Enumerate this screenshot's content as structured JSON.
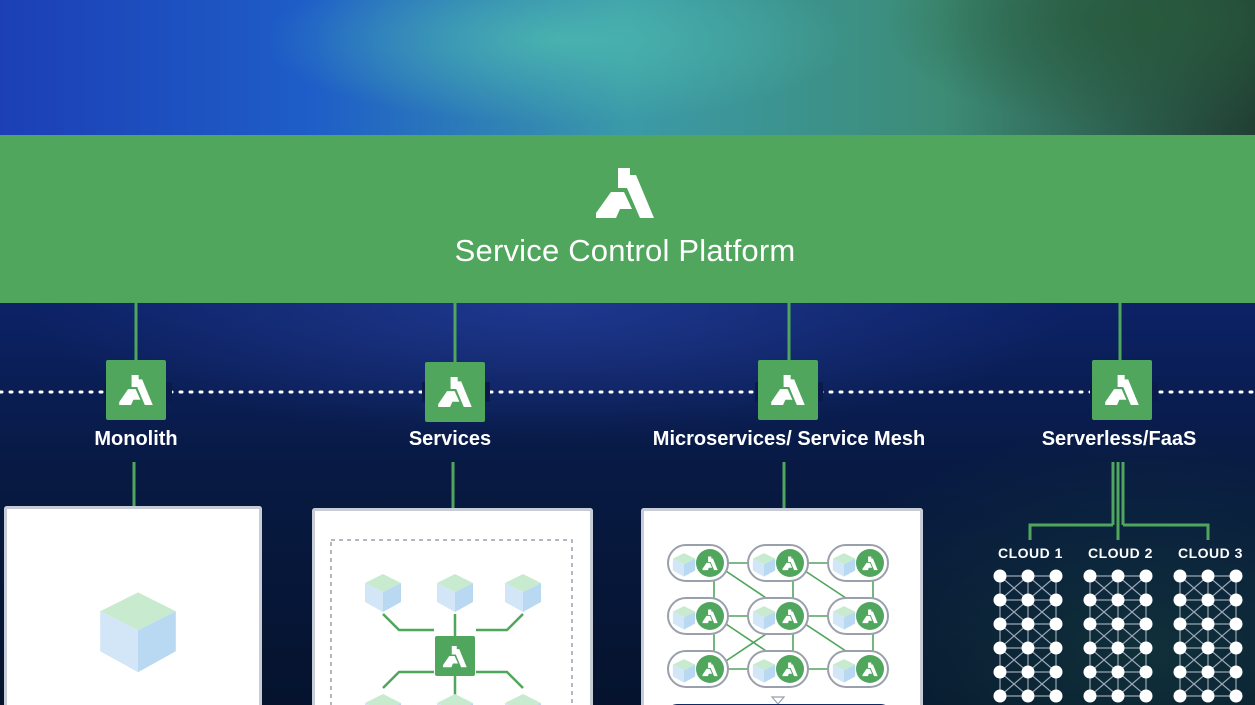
{
  "banner": {
    "title": "Service Control Platform"
  },
  "nodes": [
    {
      "label": "Monolith"
    },
    {
      "label": "Services"
    },
    {
      "label": "Microservices/ Service Mesh"
    },
    {
      "label": "Serverless/FaaS"
    }
  ],
  "clouds": [
    "CLOUD 1",
    "CLOUD 2",
    "CLOUD 3"
  ],
  "colors": {
    "green": "#4fa65c",
    "node_light_green": "#c8ebcf",
    "node_light_blue": "#d2e6f7",
    "panel_border": "#c8ccd6",
    "background": "#071530"
  },
  "icons": {
    "platform": "gorilla-logo-icon",
    "gateway": "gorilla-logo-icon",
    "workload": "cube-icon"
  }
}
